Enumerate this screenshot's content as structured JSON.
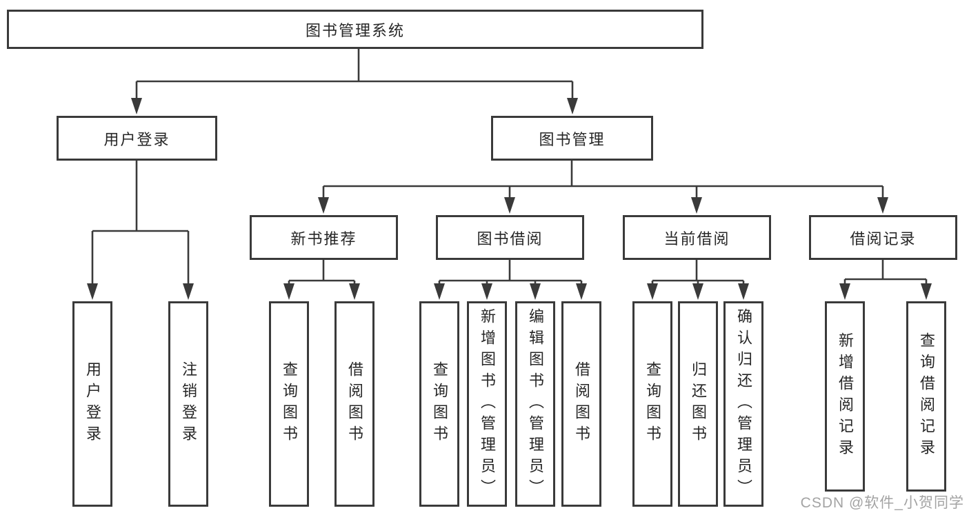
{
  "diagram": {
    "root": {
      "label": "图书管理系统"
    },
    "level2": [
      {
        "label": "用户登录"
      },
      {
        "label": "图书管理"
      }
    ],
    "level3": [
      {
        "label": "新书推荐"
      },
      {
        "label": "图书借阅"
      },
      {
        "label": "当前借阅"
      },
      {
        "label": "借阅记录"
      }
    ],
    "leaves": {
      "user_login": [
        {
          "label": "用户登录"
        },
        {
          "label": "注销登录"
        }
      ],
      "new_book_recommend": [
        {
          "label": "查询图书"
        },
        {
          "label": "借阅图书"
        }
      ],
      "book_borrow": [
        {
          "label": "查询图书"
        },
        {
          "label": "新增图书（管理员）"
        },
        {
          "label": "编辑图书（管理员）"
        },
        {
          "label": "借阅图书"
        }
      ],
      "current_borrow": [
        {
          "label": "查询图书"
        },
        {
          "label": "归还图书"
        },
        {
          "label": "确认归还（管理员）"
        }
      ],
      "borrow_records": [
        {
          "label": "新增借阅记录"
        },
        {
          "label": "查询借阅记录"
        }
      ]
    },
    "watermark": "CSDN @软件_小贺同学",
    "colors": {
      "line": "#3a3a3a",
      "text": "#262626",
      "watermark": "#a3a3a3",
      "background": "#ffffff"
    }
  }
}
